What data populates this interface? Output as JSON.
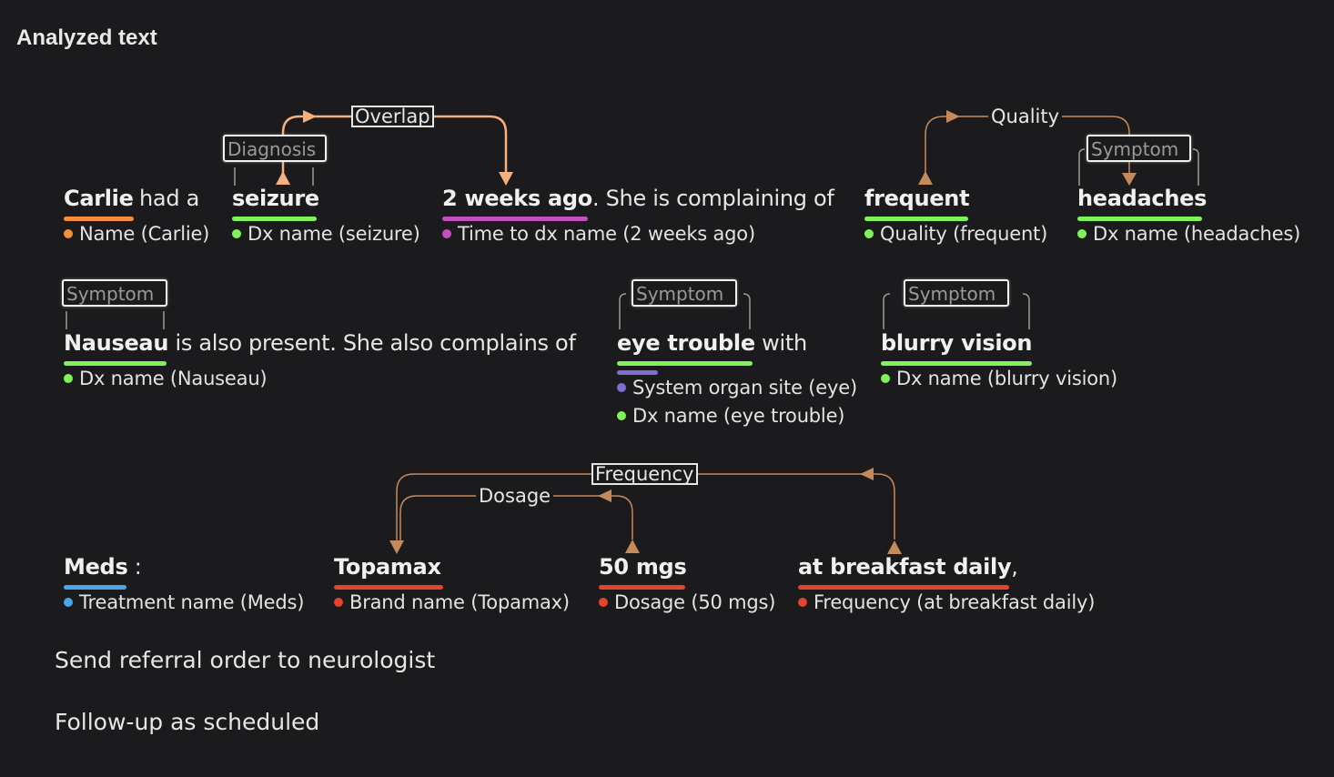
{
  "header": {
    "title": "Analyzed text"
  },
  "colors": {
    "orange": "#f28e3c",
    "green": "#7ff45a",
    "magenta": "#c34fc0",
    "purple": "#7b6fd4",
    "blue": "#4aa6e8",
    "red": "#e5432e",
    "arrow_light": "#f5b07c",
    "arrow_brown": "#c58a5c"
  },
  "line1": {
    "carlie": "Carlie",
    "had_a": "had a",
    "seizure": "seizure",
    "two_weeks": "2 weeks ago",
    "complaining": ". She is complaining of",
    "frequent": "frequent",
    "headaches": "headaches",
    "labels": {
      "carlie": "Name (Carlie)",
      "seizure": "Dx name (seizure)",
      "two_weeks": "Time to dx name (2 weeks ago)",
      "frequent": "Quality (frequent)",
      "headaches": "Dx name (headaches)"
    },
    "tags": {
      "seizure": "Diagnosis",
      "headaches": "Symptom"
    },
    "relations": {
      "overlap": "Overlap",
      "quality": "Quality"
    }
  },
  "line2": {
    "nauseau": "Nauseau",
    "also_present": "is also present. She also complains of",
    "eye_trouble": "eye trouble",
    "with": "with",
    "blurry": "blurry vision",
    "labels": {
      "nauseau": "Dx name (Nauseau)",
      "eye_site": "System organ site (eye)",
      "eye_trouble": "Dx name (eye trouble)",
      "blurry": "Dx name (blurry vision)"
    },
    "tags": {
      "nauseau": "Symptom",
      "eye_trouble": "Symptom",
      "blurry": "Symptom"
    }
  },
  "line3": {
    "meds": "Meds",
    "colon": ":",
    "topamax": "Topamax",
    "dose": "50 mgs",
    "breakfast": "at breakfast daily",
    "comma": ",",
    "labels": {
      "meds": "Treatment name (Meds)",
      "topamax": "Brand name (Topamax)",
      "dose": "Dosage (50 mgs)",
      "breakfast": "Frequency (at breakfast daily)"
    },
    "relations": {
      "frequency": "Frequency",
      "dosage": "Dosage"
    }
  },
  "notes": {
    "referral": "Send referral order to neurologist",
    "followup": "Follow-up as scheduled"
  }
}
